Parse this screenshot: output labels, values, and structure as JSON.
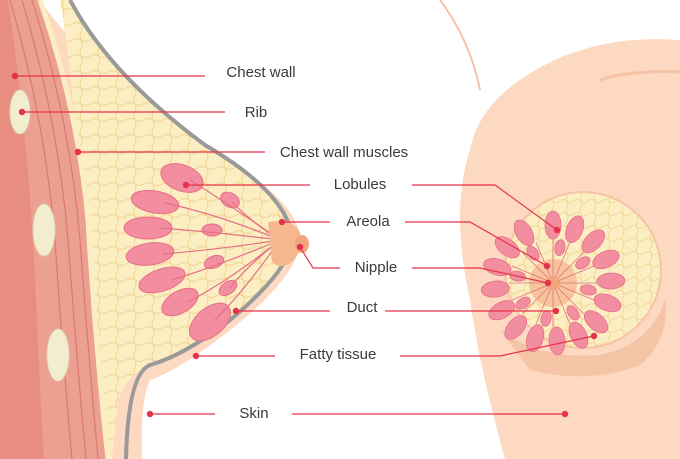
{
  "colors": {
    "skin": "#fcd9c0",
    "skin_shadow": "#f5c3a6",
    "muscle": "#eba092",
    "muscle_dark": "#d97a6c",
    "fat": "#fbeec2",
    "fat_line": "#f1d28e",
    "lobule": "#f28ea0",
    "lobule_dark": "#e56f86",
    "outline": "#9a9a9a",
    "rib": "#f3edd0",
    "areola": "#f6b98f",
    "leader": "#e5334a"
  },
  "labels": {
    "chest_wall": "Chest wall",
    "rib": "Rib",
    "chest_wall_muscles": "Chest wall muscles",
    "lobules": "Lobules",
    "areola": "Areola",
    "nipple": "Nipple",
    "duct": "Duct",
    "fatty_tissue": "Fatty tissue",
    "skin": "Skin"
  }
}
